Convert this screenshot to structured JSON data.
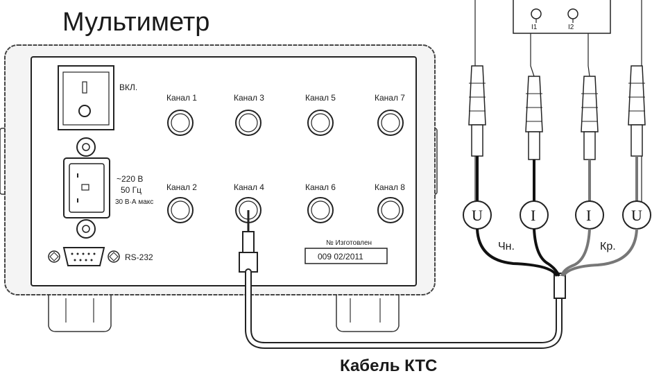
{
  "title": "Мультиметр",
  "cable_label": "Кабель КТС",
  "power": {
    "switch_label": "ВКЛ.",
    "voltage": "~220 В",
    "freq": "50 Гц",
    "power": "30 В·А макс"
  },
  "rs232_label": "RS-232",
  "channels": [
    "Канал 1",
    "Канал 3",
    "Канал 5",
    "Канал 7",
    "Канал 2",
    "Канал 4",
    "Канал 6",
    "Канал 8"
  ],
  "serial": {
    "header": "№   Изготовлен",
    "value": "009   02/2011"
  },
  "probe": {
    "terminals": [
      "I1",
      "I2"
    ],
    "meters": [
      "U",
      "I",
      "I",
      "U"
    ],
    "wire_black": "Чн.",
    "wire_red": "Кр."
  }
}
